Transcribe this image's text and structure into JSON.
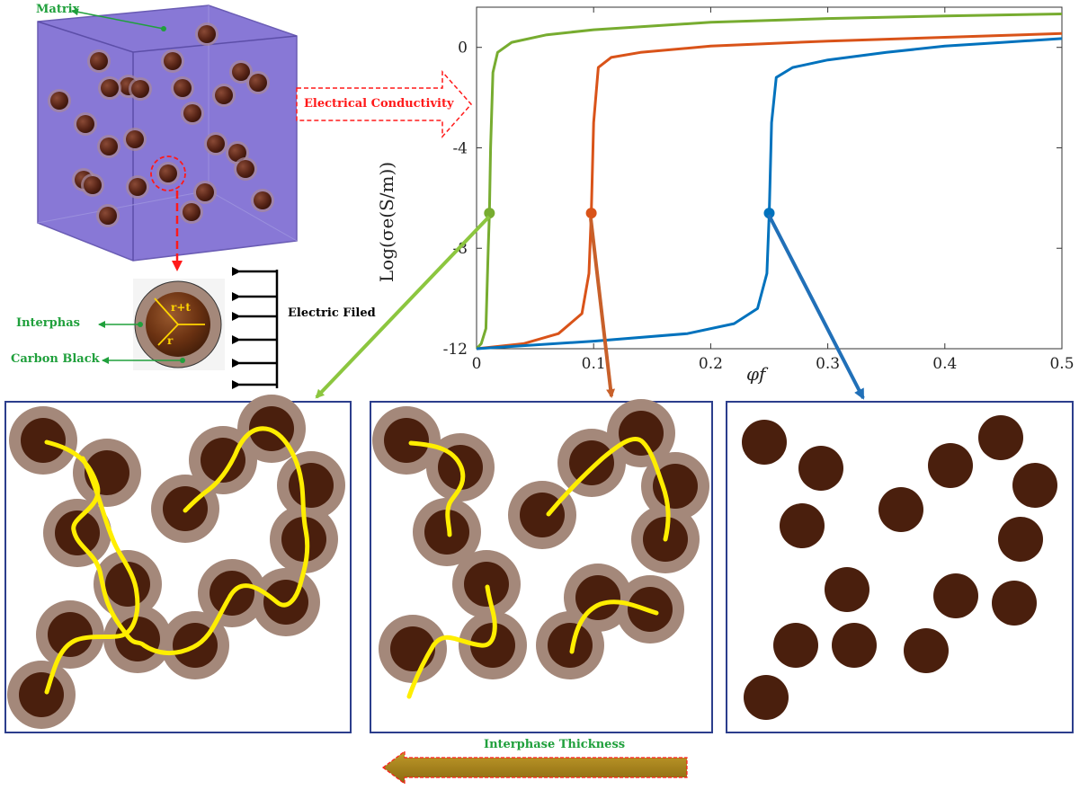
{
  "labels": {
    "matrix": "Matrix",
    "interphase": "Interphas",
    "carbon_black": "Carbon Black",
    "r_plus_t": "r+t",
    "r": "r",
    "electric_field": "Electric Filed",
    "electrical_conductivity": "Electrical Conductivity",
    "interphase_thickness": "Interphase Thickness"
  },
  "colors": {
    "matrix_fill": "#8878d6",
    "particle": "#4a1f0d",
    "interphase": "#a4887a",
    "path": "#ffee00",
    "green_arrow": "#8cc63f",
    "orange_arrow": "#c8602a",
    "blue_arrow": "#2170b8",
    "red_dashed": "#ff1a1a",
    "label_green": "#20a03c",
    "box_border": "#2c3e8c"
  },
  "chart_data": {
    "type": "line",
    "xlabel": "φf",
    "ylabel": "Log(σe(S/m))",
    "xlim": [
      0,
      0.5
    ],
    "ylim": [
      -12,
      1.6
    ],
    "xticks": [
      0,
      0.1,
      0.2,
      0.3,
      0.4,
      0.5
    ],
    "xtick_labels": [
      "0",
      "0.1",
      "0.2",
      "0.3",
      "0.4",
      "0.5"
    ],
    "yticks": [
      0,
      -4,
      -8,
      -12
    ],
    "ytick_labels": [
      "0",
      "-4",
      "-8",
      "-12"
    ],
    "series": [
      {
        "color": "#77ac30",
        "points": [
          [
            0,
            -12
          ],
          [
            0.004,
            -11.8
          ],
          [
            0.008,
            -11.2
          ],
          [
            0.01,
            -8
          ],
          [
            0.011,
            -6.6
          ],
          [
            0.012,
            -4
          ],
          [
            0.014,
            -1
          ],
          [
            0.018,
            -0.2
          ],
          [
            0.03,
            0.2
          ],
          [
            0.06,
            0.5
          ],
          [
            0.1,
            0.7
          ],
          [
            0.2,
            1.0
          ],
          [
            0.3,
            1.15
          ],
          [
            0.4,
            1.25
          ],
          [
            0.5,
            1.33
          ]
        ],
        "marker": [
          0.011,
          -6.6
        ]
      },
      {
        "color": "#d95319",
        "points": [
          [
            0,
            -12
          ],
          [
            0.04,
            -11.8
          ],
          [
            0.07,
            -11.4
          ],
          [
            0.09,
            -10.6
          ],
          [
            0.096,
            -9
          ],
          [
            0.098,
            -6.6
          ],
          [
            0.1,
            -3
          ],
          [
            0.104,
            -0.8
          ],
          [
            0.115,
            -0.4
          ],
          [
            0.14,
            -0.2
          ],
          [
            0.2,
            0.05
          ],
          [
            0.3,
            0.25
          ],
          [
            0.4,
            0.4
          ],
          [
            0.5,
            0.55
          ]
        ],
        "marker": [
          0.098,
          -6.6
        ]
      },
      {
        "color": "#0072bd",
        "points": [
          [
            0,
            -12
          ],
          [
            0.1,
            -11.7
          ],
          [
            0.18,
            -11.4
          ],
          [
            0.22,
            -11
          ],
          [
            0.24,
            -10.4
          ],
          [
            0.248,
            -9
          ],
          [
            0.25,
            -6.6
          ],
          [
            0.252,
            -3
          ],
          [
            0.256,
            -1.2
          ],
          [
            0.27,
            -0.8
          ],
          [
            0.3,
            -0.5
          ],
          [
            0.35,
            -0.2
          ],
          [
            0.4,
            0.05
          ],
          [
            0.45,
            0.2
          ],
          [
            0.5,
            0.35
          ]
        ],
        "marker": [
          0.25,
          -6.6
        ]
      }
    ]
  }
}
